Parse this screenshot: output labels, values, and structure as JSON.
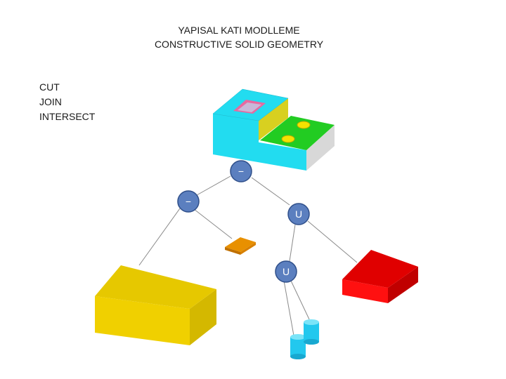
{
  "title": {
    "line1": "YAPISAL KATI MODLLEME",
    "line2": "CONSTRUCTIVE SOLID GEOMETRY"
  },
  "operations": [
    "CUT",
    "JOIN",
    "INTERSECT"
  ],
  "tree": {
    "root_op_symbol": "−",
    "left_op_symbol": "−",
    "right_op_symbol": "U",
    "lower_op_symbol": "U"
  },
  "colors": {
    "operator_node_fill": "#5b7fbf",
    "operator_node_stroke": "#2f4f8a",
    "result_cyan": "#22dcf0",
    "result_green": "#22cc22",
    "result_yellow_wall": "#d8d020",
    "pocket_pink": "#e66aa0",
    "yellow_block": "#f0d000",
    "orange_plate": "#e89000",
    "red_block": "#ee0000",
    "cylinder_cyan": "#22c8ee",
    "edge_line": "#888888"
  }
}
